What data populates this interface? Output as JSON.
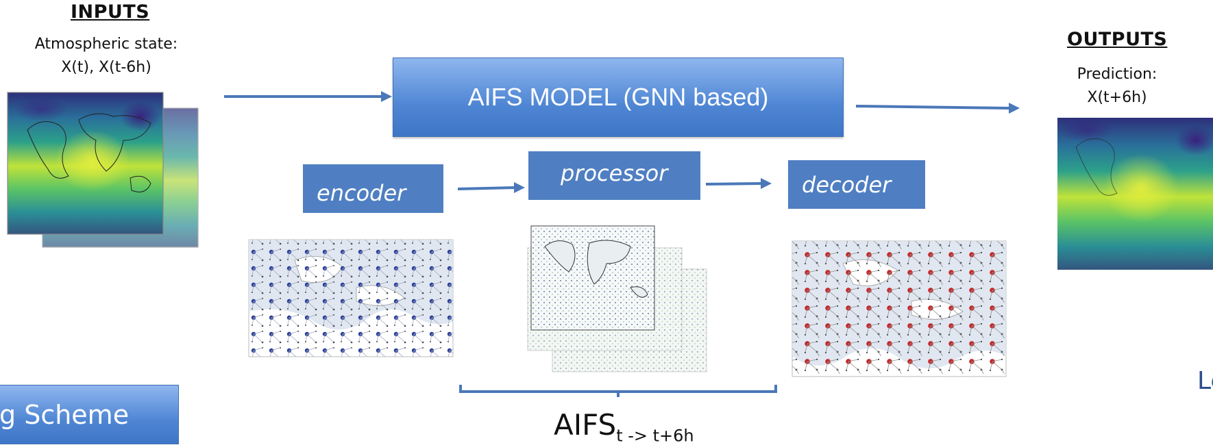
{
  "inputs": {
    "heading": "INPUTS",
    "caption_line1": "Atmospheric state:",
    "caption_line2": "X(t), X(t-6h)"
  },
  "outputs": {
    "heading": "OUTPUTS",
    "caption_line1": "Prediction:",
    "caption_line2": "X(t+6h)"
  },
  "model": {
    "label": "AIFS  MODEL (GNN based)"
  },
  "stages": {
    "encoder": "encoder",
    "processor": "processor",
    "decoder": "decoder"
  },
  "aifs_label": {
    "base": "AIFS",
    "subscript": "t -> t+6h"
  },
  "cut_off": {
    "bottom_left_box": "g Scheme",
    "right_edge_text": "Le"
  },
  "colors": {
    "stage_box": "#4f7fc2",
    "arrow": "#4a78b8",
    "encoder_nodes": "#2a3f9a",
    "decoder_nodes": "#c62828",
    "land_fill": "#dde4f0"
  }
}
